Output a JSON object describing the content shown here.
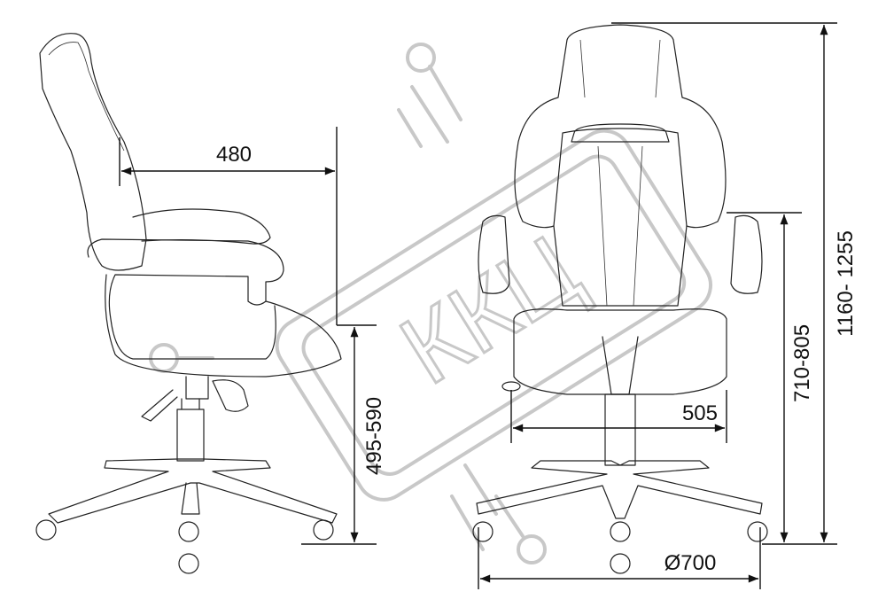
{
  "dimensions": {
    "seat_depth": "480",
    "seat_height": "495-590",
    "seat_width": "505",
    "armrest_height": "710-805",
    "total_height": "1160- 1255",
    "base_diameter": "Ø700"
  },
  "watermark": "ККЦ",
  "colors": {
    "line": "#222222",
    "watermark": "#c8c8c8"
  }
}
